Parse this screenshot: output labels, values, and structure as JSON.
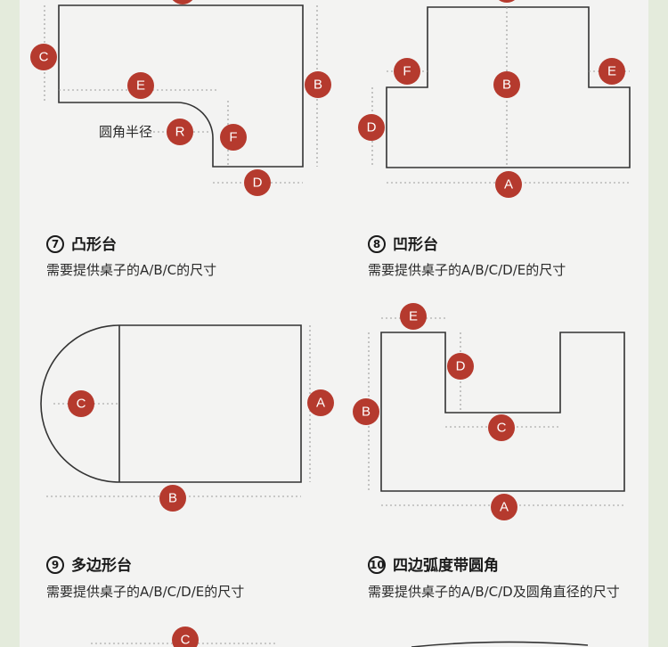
{
  "badge_color": "#b53a2e",
  "background_color": "#e4ebdc",
  "panel_color": "#f3f3f2",
  "radius_note": "圆角半径",
  "sections": [
    {
      "number": "7",
      "title": "凸形台",
      "desc": "需要提供桌子的A/B/C的尺寸"
    },
    {
      "number": "8",
      "title": "凹形台",
      "desc": "需要提供桌子的A/B/C/D/E的尺寸"
    },
    {
      "number": "9",
      "title": "多边形台",
      "desc": "需要提供桌子的A/B/C/D/E的尺寸"
    },
    {
      "number": "10",
      "title": "四边弧度带圆角",
      "desc": "需要提供桌子的A/B/C/D及圆角直径的尺寸"
    }
  ],
  "badges": {
    "top_left": [
      "C",
      "E",
      "R",
      "F",
      "B",
      "D"
    ],
    "top_right": [
      "F",
      "B",
      "E",
      "D",
      "A"
    ],
    "mid_left": [
      "C",
      "A",
      "B"
    ],
    "mid_right": [
      "E",
      "D",
      "B",
      "C",
      "A"
    ],
    "bottom": [
      "C"
    ]
  }
}
